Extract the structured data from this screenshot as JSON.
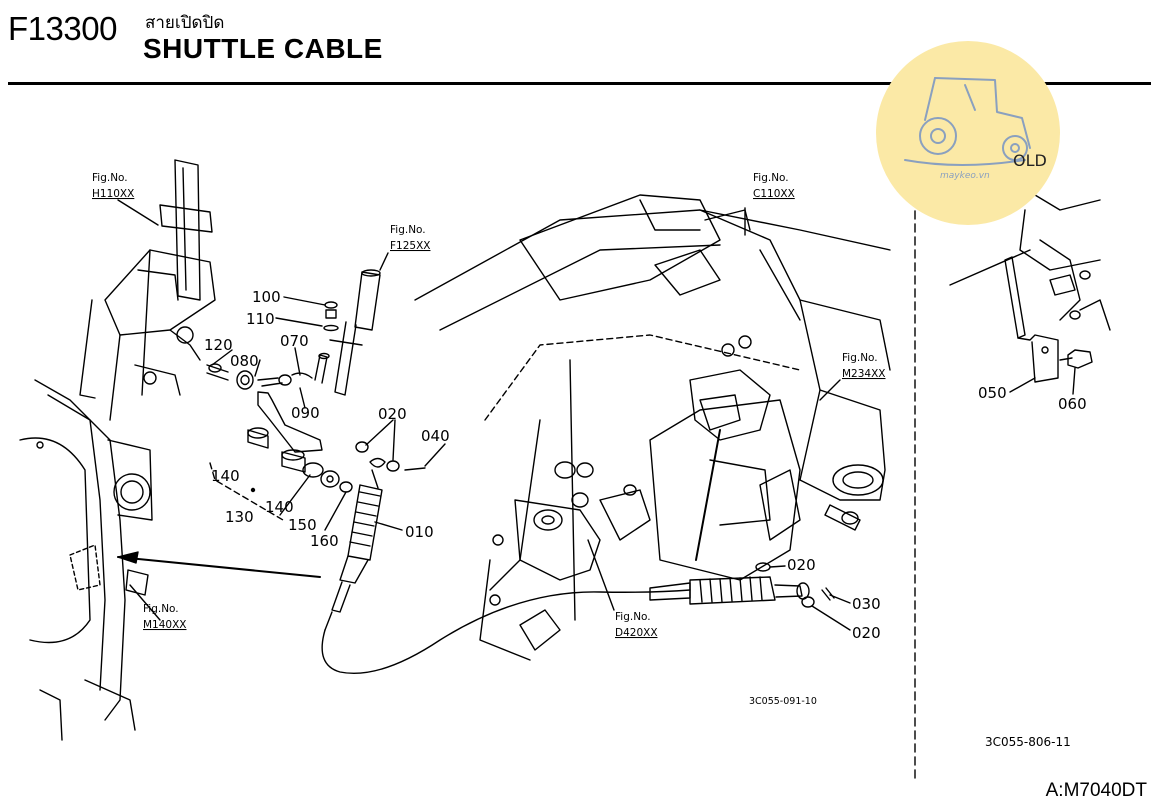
{
  "header": {
    "code": "F13300",
    "title_thai": "สายเปิดปิด",
    "title_en": "SHUTTLE CABLE"
  },
  "watermark": {
    "badge_label": "OLD",
    "site": "maykeo.vn",
    "circle_color": "#fbe9a6"
  },
  "fig_refs": {
    "h110": {
      "label": "Fig.No.",
      "code": "H110XX"
    },
    "f125": {
      "label": "Fig.No.",
      "code": "F125XX"
    },
    "c110": {
      "label": "Fig.No.",
      "code": "C110XX"
    },
    "m234": {
      "label": "Fig.No.",
      "code": "M234XX"
    },
    "m140": {
      "label": "Fig.No.",
      "code": "M140XX"
    },
    "d420": {
      "label": "Fig.No.",
      "code": "D420XX"
    }
  },
  "parts": {
    "p100": "100",
    "p110": "110",
    "p120": "120",
    "p080": "080",
    "p070": "070",
    "p090": "090",
    "p020a": "020",
    "p040": "040",
    "p140a": "140",
    "p140b": "140",
    "p130": "130",
    "p150": "150",
    "p160": "160",
    "p010": "010",
    "p020b": "020",
    "p030": "030",
    "p020c": "020",
    "p050": "050",
    "p060": "060"
  },
  "drawing_codes": {
    "main": "3C055-091-10",
    "inset": "3C055-806-11"
  },
  "footer": {
    "model": "A:M7040DT"
  }
}
